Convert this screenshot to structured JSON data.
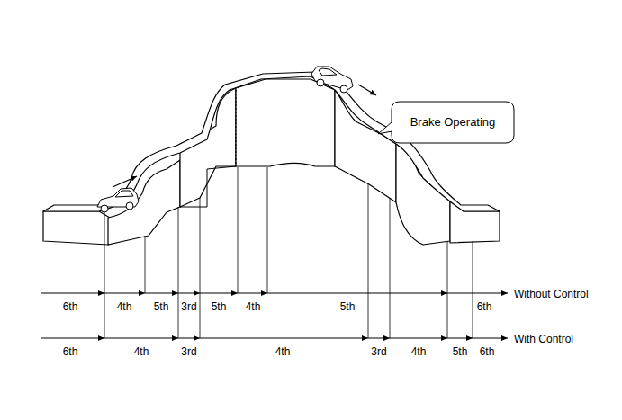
{
  "diagram": {
    "nodes": [
      {
        "text": [
          "Brake Operating"
        ]
      }
    ],
    "labels": [
      "6th",
      "4th",
      "5th",
      "3rd",
      "5th",
      "4th",
      "5th",
      "6th",
      "Without Control",
      "6th",
      "4th",
      "3rd",
      "4th",
      "3rd",
      "4th",
      "5th",
      "6th",
      "With Control"
    ]
  }
}
